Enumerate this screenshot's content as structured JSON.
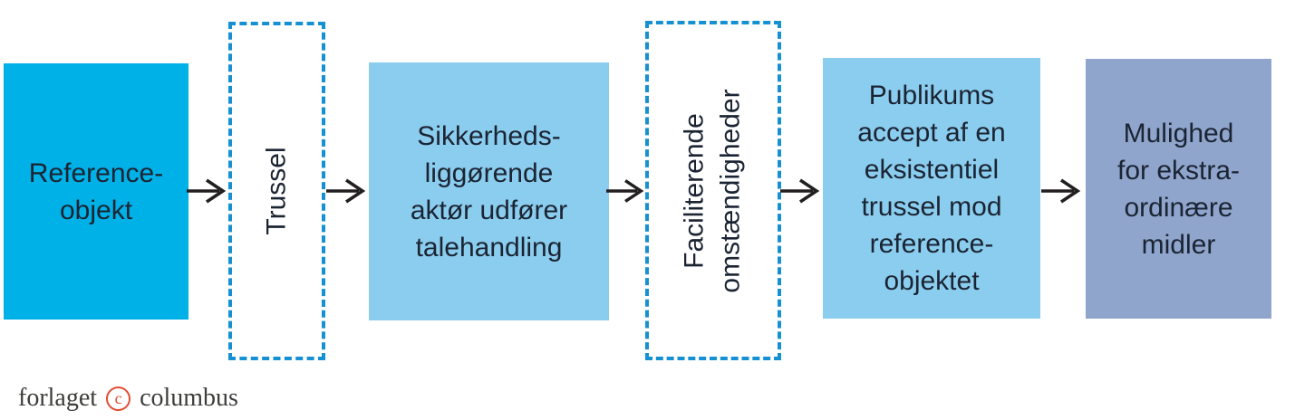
{
  "diagram": {
    "boxes": {
      "reference_objekt": {
        "lines": [
          "Reference-",
          "objekt"
        ]
      },
      "trussel": {
        "lines": [
          "Trussel"
        ]
      },
      "talehandling": {
        "lines": [
          "Sikkerheds-",
          "liggørende",
          "aktør udfører",
          "talehandling"
        ]
      },
      "faciliterende": {
        "lines": [
          "Faciliterende",
          "omstændigheder"
        ]
      },
      "publikums_accept": {
        "lines": [
          "Publikums",
          "accept af en",
          "eksistentiel",
          "trussel mod",
          "reference-",
          "objektet"
        ]
      },
      "ekstraordinaere_midler": {
        "lines": [
          "Mulighed",
          "for ekstra-",
          "ordinære",
          "midler"
        ]
      }
    }
  },
  "footer": {
    "publisher_first": "forlaget",
    "publisher_second": "columbus",
    "copyright_letter": "c"
  },
  "colors": {
    "cyan": "#00b1e7",
    "lightblue": "#8bcdee",
    "slate": "#8fa5cc",
    "dash": "#1590d2",
    "ink": "#1b2433",
    "arrow": "#231f20",
    "footer-ink": "#3d3d3b",
    "copyright-red": "#e34b33"
  }
}
